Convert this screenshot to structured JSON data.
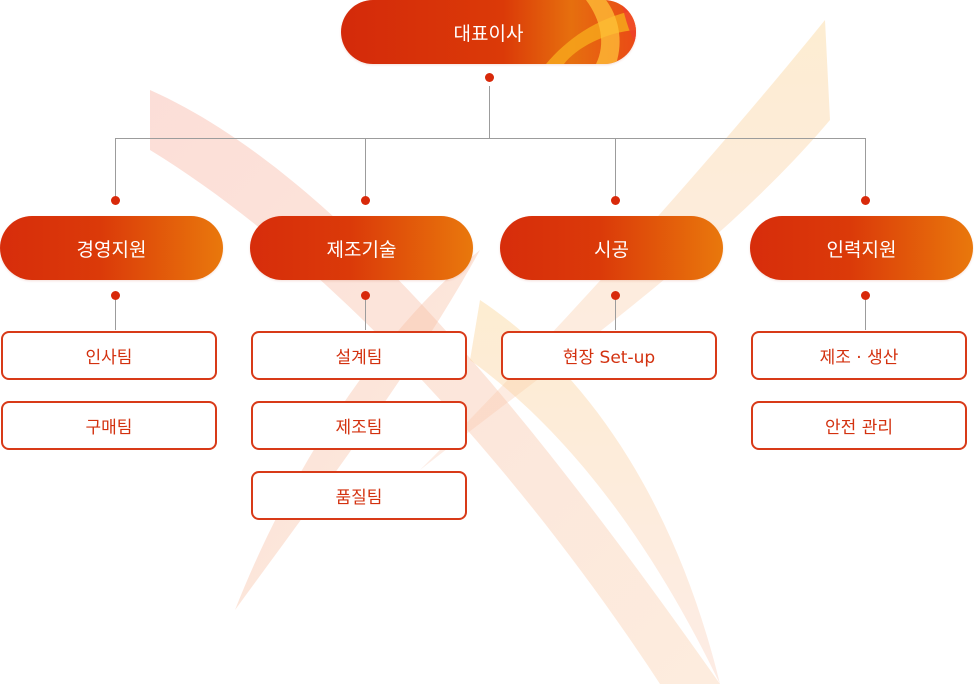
{
  "chart": {
    "root": {
      "label": "대표이사"
    },
    "departments": [
      {
        "label": "경영지원",
        "teams": [
          "인사팀",
          "구매팀"
        ]
      },
      {
        "label": "제조기술",
        "teams": [
          "설계팀",
          "제조팀",
          "품질팀"
        ]
      },
      {
        "label": "시공",
        "teams": [
          "현장 Set-up"
        ]
      },
      {
        "label": "인력지원",
        "teams": [
          "제조 · 생산",
          "안전 관리"
        ]
      }
    ]
  },
  "colors": {
    "accent": "#d72d0b",
    "accent_end": "#e9780c",
    "connector": "#9c9c9c",
    "team_text": "#d3310f"
  },
  "icons": {
    "watermark": "flame-logo-icon"
  }
}
